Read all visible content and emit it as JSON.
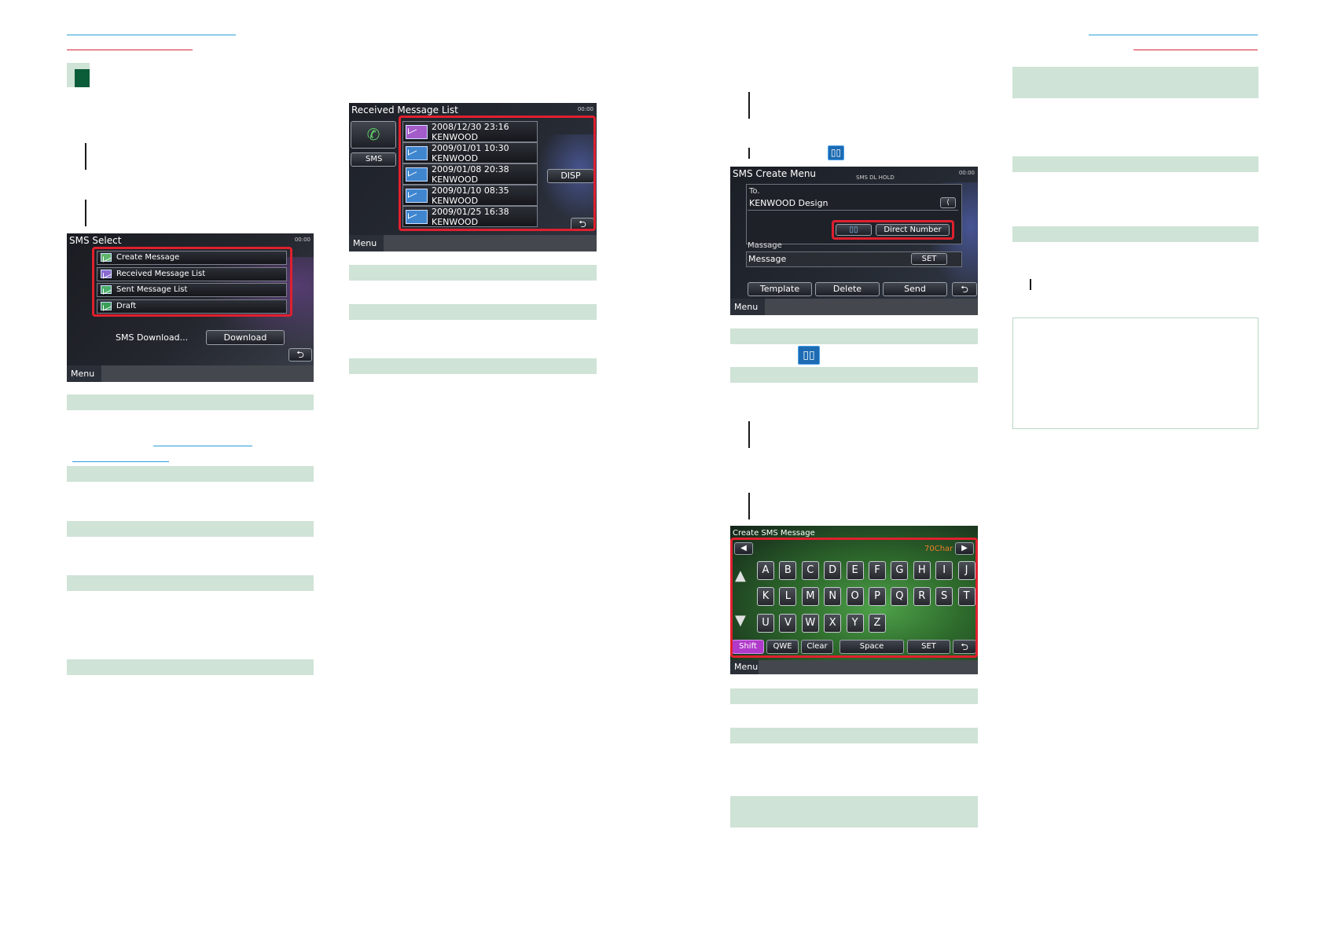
{
  "screen_sms_select": {
    "title": "SMS Select",
    "status": "00:00",
    "items": [
      "Create Message",
      "Received Message List",
      "Sent Message List",
      "Draft"
    ],
    "download_label": "SMS Download...",
    "download_button": "Download",
    "menu": "Menu"
  },
  "screen_received": {
    "title": "Received Message List",
    "status": "00:00",
    "sms_tab": "SMS",
    "messages": [
      {
        "date": "2008/12/30 23:16",
        "sender": "KENWOOD"
      },
      {
        "date": "2009/01/01 10:30",
        "sender": "KENWOOD"
      },
      {
        "date": "2009/01/08 20:38",
        "sender": "KENWOOD"
      },
      {
        "date": "2009/01/10 08:35",
        "sender": "KENWOOD"
      },
      {
        "date": "2009/01/25 16:38",
        "sender": "KENWOOD"
      }
    ],
    "disp_button": "DISP",
    "menu": "Menu"
  },
  "screen_create_menu": {
    "title": "SMS Create Menu",
    "status": "00:00",
    "status_left": "SMS DL HOLD",
    "to_label": "To.",
    "to_value": "KENWOOD Design",
    "direct_number": "Direct Number",
    "message_label": "Massage",
    "message_value": "Message",
    "set_button": "SET",
    "template": "Template",
    "delete": "Delete",
    "send": "Send",
    "menu": "Menu"
  },
  "screen_keyboard": {
    "title": "Create SMS Message",
    "char_count": "70Char",
    "row1": [
      "A",
      "B",
      "C",
      "D",
      "E",
      "F",
      "G",
      "H",
      "I",
      "J"
    ],
    "row2": [
      "K",
      "L",
      "M",
      "N",
      "O",
      "P",
      "Q",
      "R",
      "S",
      "T"
    ],
    "row3": [
      "U",
      "V",
      "W",
      "X",
      "Y",
      "Z"
    ],
    "shift": "Shift",
    "qwe": "QWE",
    "clear": "Clear",
    "space": "Space",
    "set": "SET",
    "menu": "Menu"
  },
  "colors": {
    "accent_green": "#cfe3d6",
    "dark_green": "#0b5c38",
    "header_blue": "#2a9fd6",
    "header_red": "#d8283a",
    "highlight_red": "#e0202e"
  }
}
